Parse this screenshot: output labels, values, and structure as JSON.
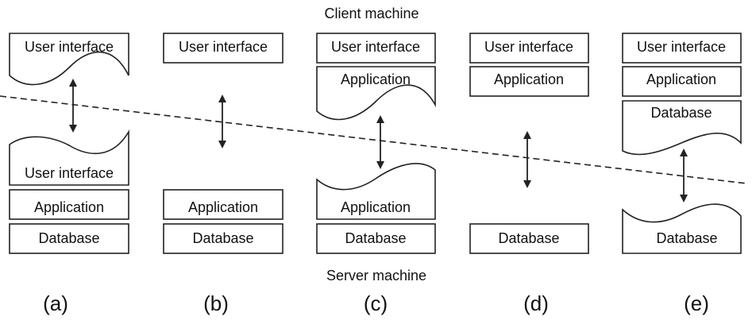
{
  "labels": {
    "client_machine": "Client machine",
    "server_machine": "Server machine"
  },
  "configs": [
    {
      "sub": "(a)",
      "client": [
        "User interface"
      ],
      "server": [
        "User interface",
        "Application",
        "Database"
      ]
    },
    {
      "sub": "(b)",
      "client": [
        "User interface"
      ],
      "server": [
        "Application",
        "Database"
      ]
    },
    {
      "sub": "(c)",
      "client": [
        "User interface",
        "Application"
      ],
      "server": [
        "Application",
        "Database"
      ]
    },
    {
      "sub": "(d)",
      "client": [
        "User interface",
        "Application"
      ],
      "server": [
        "Database"
      ]
    },
    {
      "sub": "(e)",
      "client": [
        "User interface",
        "Application",
        "Database"
      ],
      "server": [
        "Database"
      ]
    }
  ]
}
